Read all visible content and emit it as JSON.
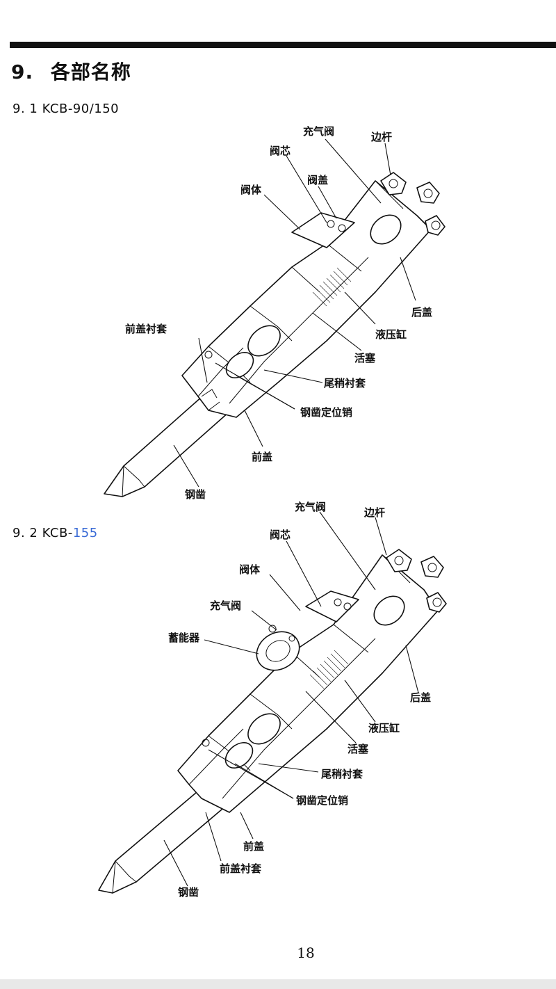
{
  "section": {
    "number": "9.",
    "title": "各部名称"
  },
  "diagrams": [
    {
      "prefix": "9. 1 ",
      "model": "KCB-90/150",
      "labels": {
        "charge_valve": "充气阀",
        "side_rod": "边杆",
        "valve_core": "阀芯",
        "valve_cap": "阀盖",
        "valve_body": "阀体",
        "rear_cover": "后盖",
        "front_bush": "前盖衬套",
        "cylinder": "液压缸",
        "piston": "活塞",
        "tail_bush": "尾稍衬套",
        "chisel_pin": "钢凿定位销",
        "front_cover": "前盖",
        "chisel": "钢凿"
      }
    },
    {
      "prefix": "9. 2 KCB-",
      "model_link": "155",
      "labels": {
        "charge_valve_top": "充气阀",
        "side_rod": "边杆",
        "valve_core": "阀芯",
        "valve_body": "阀体",
        "charge_valve": "充气阀",
        "accumulator": "蓄能器",
        "rear_cover": "后盖",
        "cylinder": "液压缸",
        "piston": "活塞",
        "tail_bush": "尾稍衬套",
        "chisel_pin": "钢凿定位销",
        "front_cover": "前盖",
        "front_bush": "前盖衬套",
        "chisel": "钢凿"
      }
    }
  ],
  "page_number": "18"
}
